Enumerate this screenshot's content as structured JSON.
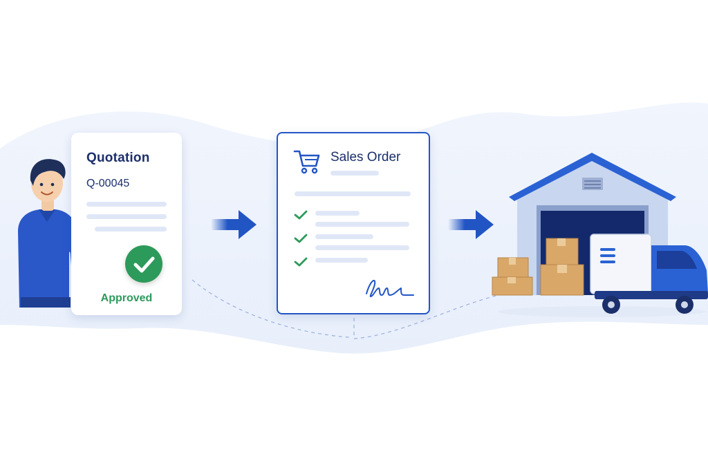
{
  "quotation": {
    "title": "Quotation",
    "number": "Q-00045",
    "status": "Approved"
  },
  "sales_order": {
    "title": "Sales Order"
  },
  "icons": {
    "person": "thumbs-up-person-icon",
    "approved": "check-circle-icon",
    "cart": "shopping-cart-icon",
    "checks": "checkmark-icon",
    "signature": "signature-icon",
    "arrows": "right-arrow-icon",
    "warehouse": "warehouse-icon",
    "boxes": "cardboard-boxes-icon",
    "truck": "delivery-truck-icon"
  },
  "colors": {
    "primary": "#2255c4",
    "navy": "#1b2f6a",
    "approved_green": "#2c9a5a",
    "background_blob": "#eef3fc",
    "box_brown": "#d9a869"
  }
}
